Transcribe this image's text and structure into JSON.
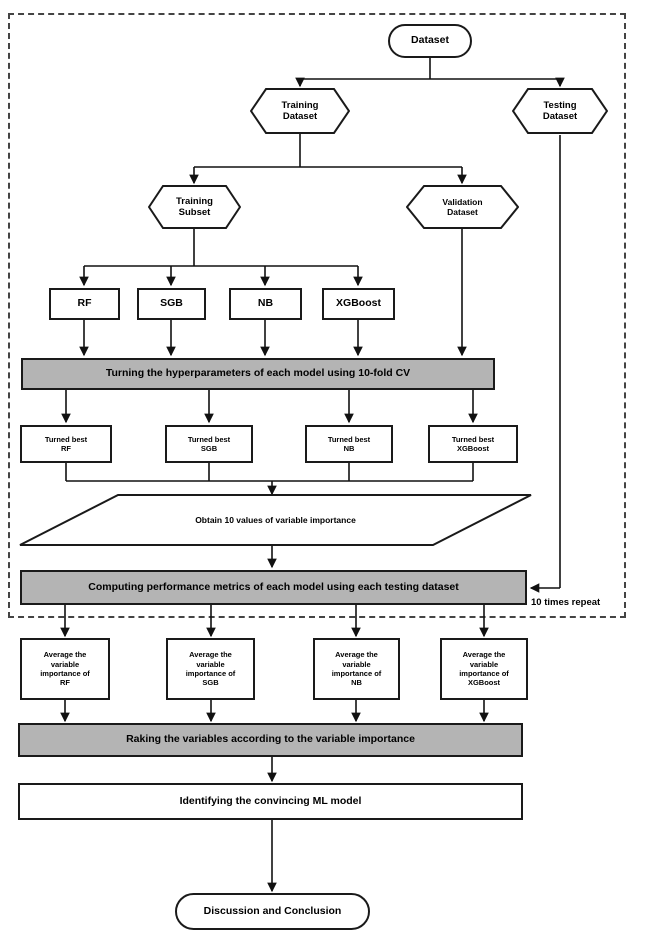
{
  "diagram": {
    "title_caption": "10 times repeat",
    "colors": {
      "process_fill": "#b4b4b4",
      "node_stroke": "#1a1a1a",
      "frame_stroke": "#444444",
      "background": "#ffffff"
    },
    "nodes": {
      "dataset": "Dataset",
      "training_dataset": "Training\nDataset",
      "testing_dataset": "Testing\nDataset",
      "training_subset": "Training\nSubset",
      "validation_dataset": "Validation\nDataset",
      "model_rf": "RF",
      "model_sgb": "SGB",
      "model_nb": "NB",
      "model_xgboost": "XGBoost",
      "tuning_bar": "Turning the hyperparameters of each model using 10-fold CV",
      "turned_best_rf": "Turned best\nRF",
      "turned_best_sgb": "Turned best\nSGB",
      "turned_best_nb": "Turned best\nNB",
      "turned_best_xgboost": "Turned best\nXGBoost",
      "obtain_importance": "Obtain 10 values of variable importance",
      "computing_metrics": "Computing performance metrics of each model using each testing dataset",
      "average_rf": "Average the\nvariable\nimportance of\nRF",
      "average_sgb": "Average the\nvariable\nimportance of\nSGB",
      "average_nb": "Average the\nvariable\nimportance of\nNB",
      "average_xgboost": "Average the\nvariable\nimportance of\nXGBoost",
      "ranking_bar": "Raking the variables according to the variable importance",
      "identifying_model": "Identifying the convincing ML model",
      "discussion": "Discussion and Conclusion"
    }
  }
}
